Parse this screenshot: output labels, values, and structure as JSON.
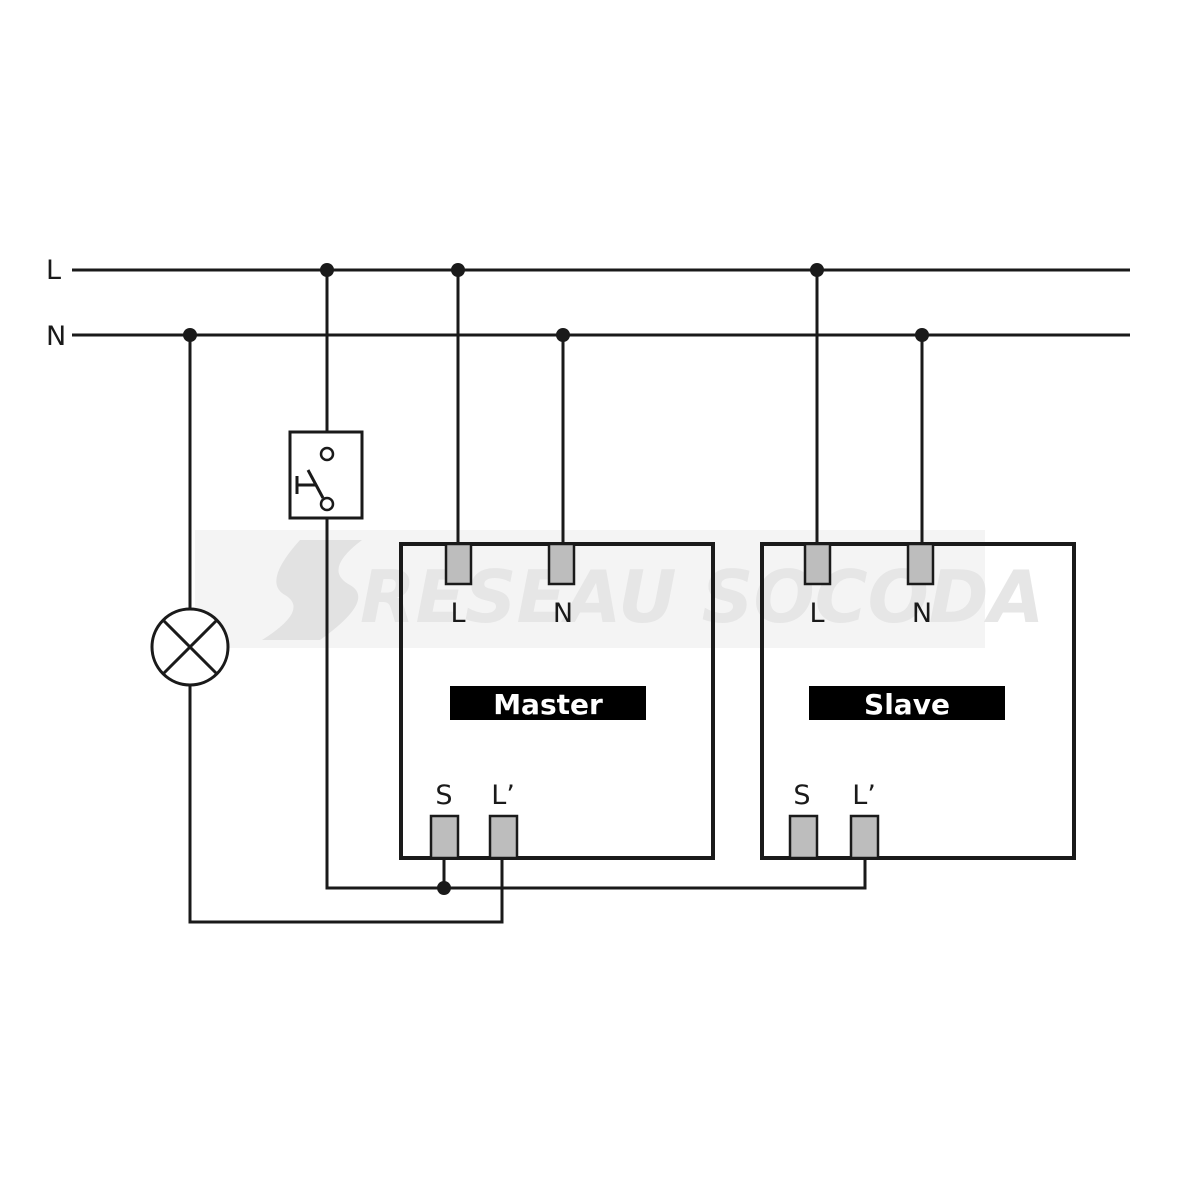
{
  "supply": {
    "line_label": "L",
    "neutral_label": "N"
  },
  "master": {
    "name": "Master",
    "top_terminals": [
      "L",
      "N"
    ],
    "bottom_terminals": [
      "S",
      "L’"
    ]
  },
  "slave": {
    "name": "Slave",
    "top_terminals": [
      "L",
      "N"
    ],
    "bottom_terminals": [
      "S",
      "L’"
    ]
  },
  "watermark": {
    "text": "RESEAU SOCODA"
  },
  "colors": {
    "wire": "#1a1a1a",
    "terminal": "#bdbdbd",
    "watermark": "#e6e6e6",
    "label_bar": "#000000"
  },
  "icons": [
    "lamp-icon",
    "pushbutton-switch-icon"
  ]
}
